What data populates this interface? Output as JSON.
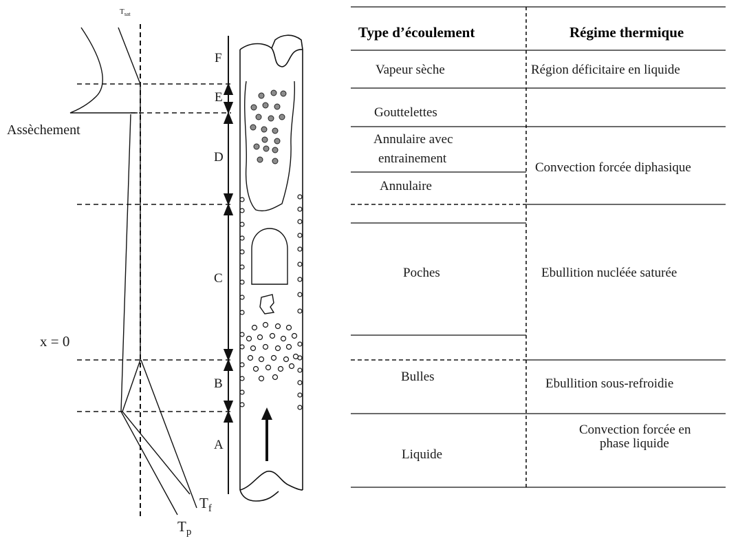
{
  "diagram": {
    "temperature_labels": {
      "t_sat": "Tsat",
      "t_f": "Tf",
      "t_p": "Tp"
    },
    "annotations": {
      "dryout": "Assèchement",
      "quality_zero": "x = 0"
    },
    "zone_letters": [
      "F",
      "E",
      "D",
      "C",
      "B",
      "A"
    ]
  },
  "table": {
    "header": {
      "flow_type": "Type d’écoulement",
      "thermal_regime": "Régime thermique"
    },
    "flow_types": {
      "vapeur_seche": "Vapeur sèche",
      "gouttelettes": "Gouttelettes",
      "annulaire_entrainement_line1": "Annulaire avec",
      "annulaire_entrainement_line2": "entrainement",
      "annulaire": "Annulaire",
      "poches": "Poches",
      "bulles": "Bulles",
      "liquide": "Liquide"
    },
    "regimes": {
      "deficitaire": "Région déficitaire en liquide",
      "convection_diphasique": "Convection forcée diphasique",
      "ebullition_saturee": "Ebullition nucléée saturée",
      "ebullition_sous_refroidie": "Ebullition sous-refroidie",
      "convection_liquide_line1": "Convection forcée en",
      "convection_liquide_line2": "phase liquide"
    }
  }
}
